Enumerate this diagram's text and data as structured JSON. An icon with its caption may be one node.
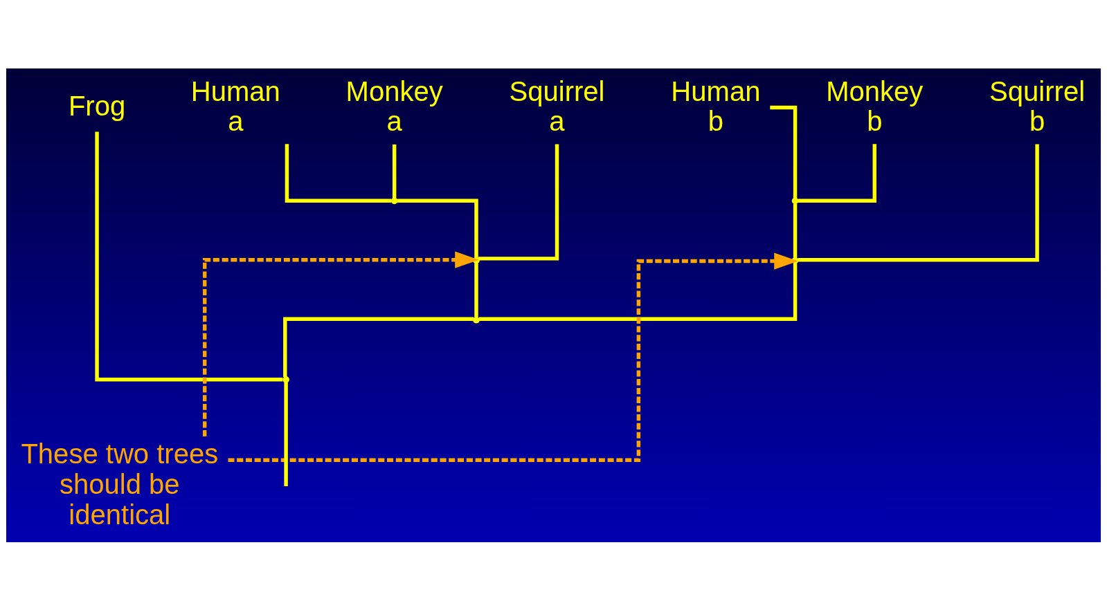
{
  "diagram": {
    "nodes": [
      {
        "text": [
          "Frog"
        ]
      },
      {
        "text": [
          "Human",
          "a"
        ]
      },
      {
        "text": [
          "Monkey",
          "a"
        ]
      },
      {
        "text": [
          "Squirrel",
          "a"
        ]
      },
      {
        "text": [
          "Human",
          "b"
        ]
      },
      {
        "text": [
          "Monkey",
          "b"
        ]
      },
      {
        "text": [
          "Squirrel",
          "b"
        ]
      },
      {
        "text": [],
        "shape": "point"
      },
      {
        "text": [],
        "shape": "point"
      },
      {
        "text": [],
        "shape": "point"
      },
      {
        "text": [],
        "shape": "point"
      },
      {
        "text": [],
        "shape": "point"
      },
      {
        "text": [],
        "shape": "point"
      },
      {
        "text": [
          "These two trees should be identical"
        ]
      }
    ],
    "edges": [
      {
        "from": null,
        "to": 7,
        "arrow": "none"
      },
      {
        "from": 7,
        "to": 0,
        "arrow": "none"
      },
      {
        "from": 7,
        "to": 8,
        "arrow": "none"
      },
      {
        "from": 8,
        "to": 9,
        "arrow": "none"
      },
      {
        "from": 8,
        "to": 11,
        "arrow": "none"
      },
      {
        "from": 9,
        "to": 10,
        "arrow": "none"
      },
      {
        "from": 9,
        "to": 3,
        "arrow": "none"
      },
      {
        "from": 10,
        "to": 1,
        "arrow": "none"
      },
      {
        "from": 10,
        "to": 2,
        "arrow": "none"
      },
      {
        "from": 11,
        "to": 12,
        "arrow": "none"
      },
      {
        "from": 11,
        "to": 6,
        "arrow": "none"
      },
      {
        "from": 12,
        "to": 4,
        "arrow": "none"
      },
      {
        "from": 12,
        "to": 5,
        "arrow": "none"
      },
      {
        "from": 13,
        "to": 9,
        "arrow": "to",
        "style": "dashed",
        "color": "#ffa500"
      },
      {
        "from": 13,
        "to": 11,
        "arrow": "to",
        "style": "dashed",
        "color": "#ffa500"
      }
    ]
  }
}
